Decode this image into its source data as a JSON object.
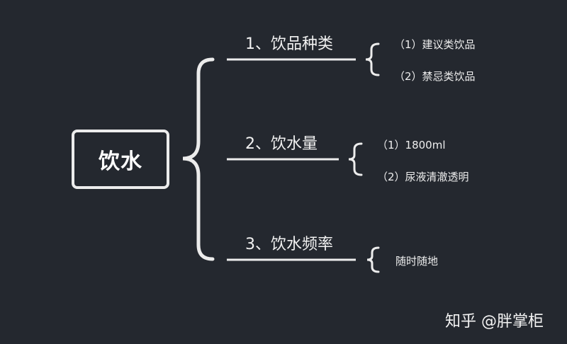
{
  "root": {
    "label": "饮水"
  },
  "branches": [
    {
      "label": "1、饮品种类",
      "leaves": [
        "（1）建议类饮品",
        "（2）禁忌类饮品"
      ]
    },
    {
      "label": "2、饮水量",
      "leaves": [
        "（1）1800ml",
        "（2）尿液清澈透明"
      ]
    },
    {
      "label": "3、饮水频率",
      "leaves": [
        "随时随地"
      ]
    }
  ],
  "watermark": "知乎 @胖掌柜",
  "colors": {
    "background": "#24282f",
    "line": "#ececec",
    "text": "#f2f2f2"
  }
}
